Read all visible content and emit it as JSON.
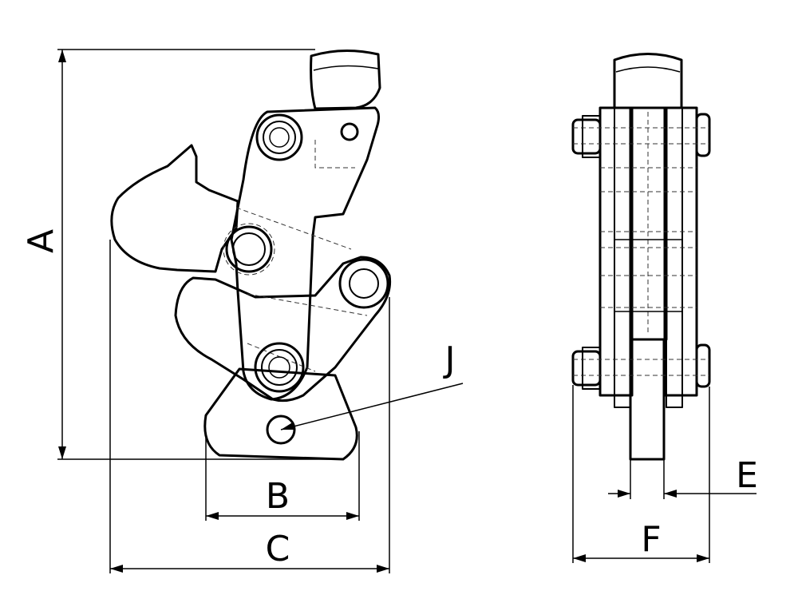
{
  "dimension_labels": {
    "A": "A",
    "B": "B",
    "C": "C",
    "E": "E",
    "F": "F",
    "J": "J"
  }
}
